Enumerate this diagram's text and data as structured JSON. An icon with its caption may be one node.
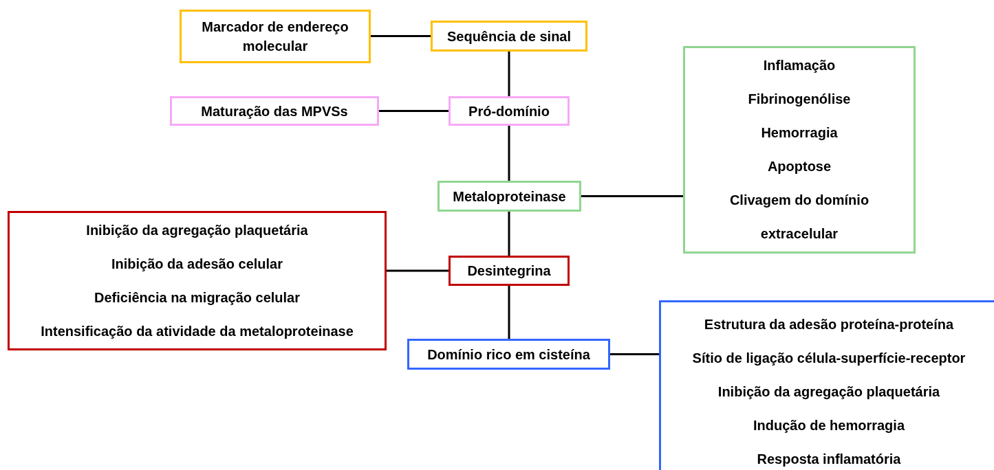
{
  "diagram": {
    "nodes": [
      {
        "text": [
          "Marcador de endereço molecular"
        ]
      },
      {
        "text": [
          "Sequência de sinal"
        ]
      },
      {
        "text": [
          "Maturação das MPVSs"
        ]
      },
      {
        "text": [
          "Pró-domínio"
        ]
      },
      {
        "text": [
          "Metaloproteinase"
        ]
      },
      {
        "text": [
          "Inflamação",
          "Fibrinogenólise",
          "Hemorragia",
          "Apoptose",
          "Clivagem do domínio extracelular"
        ]
      },
      {
        "text": [
          "Inibição da agregação plaquetária",
          "Inibição da adesão celular",
          "Deficiência na migração celular",
          "Intensificação da atividade da metaloproteinase"
        ]
      },
      {
        "text": [
          "Desintegrina"
        ]
      },
      {
        "text": [
          "Domínio rico em cisteína"
        ]
      },
      {
        "text": [
          "Estrutura da adesão proteína-proteína",
          "Sítio de ligação célula-superfície-receptor",
          "Inibição da agregação plaquetária",
          "Indução de hemorragia",
          "Resposta inflamatória"
        ]
      }
    ],
    "edges": [
      {
        "from": 1,
        "to": 0,
        "arrow": "none"
      },
      {
        "from": 1,
        "to": 3,
        "arrow": "none"
      },
      {
        "from": 3,
        "to": 2,
        "arrow": "none"
      },
      {
        "from": 3,
        "to": 4,
        "arrow": "none"
      },
      {
        "from": 4,
        "to": 5,
        "arrow": "none"
      },
      {
        "from": 4,
        "to": 7,
        "arrow": "none"
      },
      {
        "from": 7,
        "to": 6,
        "arrow": "none"
      },
      {
        "from": 7,
        "to": 8,
        "arrow": "none"
      },
      {
        "from": 8,
        "to": 9,
        "arrow": "none"
      }
    ]
  }
}
